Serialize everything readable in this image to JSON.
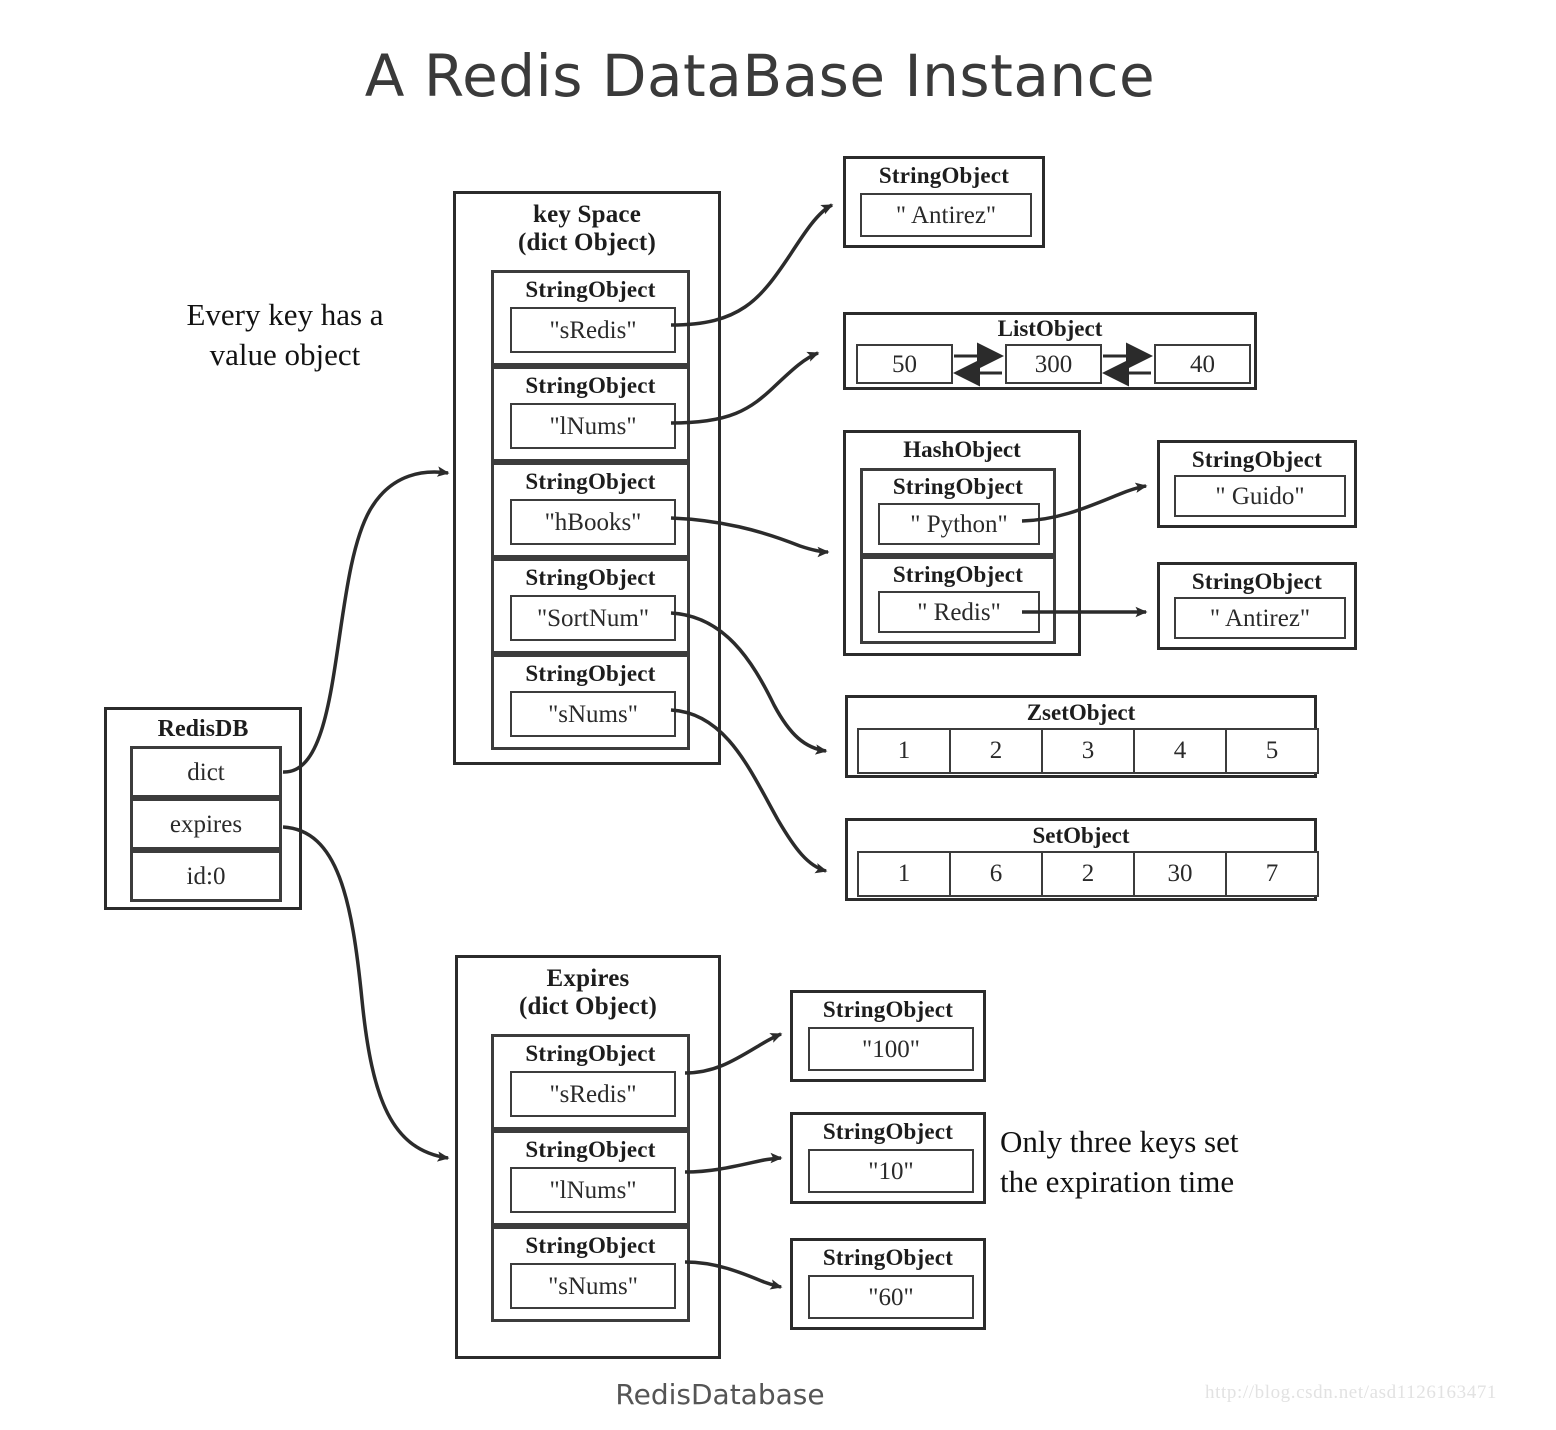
{
  "title": "A Redis DataBase Instance",
  "caption": "RedisDatabase",
  "watermark": "http://blog.csdn.net/asd1126163471",
  "notes": {
    "left": "Every key has a\nvalue object",
    "left_line1": "Every key has a",
    "left_line2": "value object",
    "right_line1": "Only three keys set",
    "right_line2": "the expiration time"
  },
  "redisdb": {
    "title": "RedisDB",
    "fields": [
      {
        "label": "dict"
      },
      {
        "label": "expires"
      },
      {
        "label": "id:0"
      }
    ]
  },
  "keyspace": {
    "title_line1": "key Space",
    "title_line2": "(dict Object)",
    "entries": [
      {
        "type_label": "StringObject",
        "value": "\"sRedis\""
      },
      {
        "type_label": "StringObject",
        "value": "\"lNums\""
      },
      {
        "type_label": "StringObject",
        "value": "\"hBooks\""
      },
      {
        "type_label": "StringObject",
        "value": "\"SortNum\""
      },
      {
        "type_label": "StringObject",
        "value": "\"sNums\""
      }
    ]
  },
  "expires": {
    "title_line1": "Expires",
    "title_line2": "(dict Object)",
    "entries": [
      {
        "type_label": "StringObject",
        "value": "\"sRedis\""
      },
      {
        "type_label": "StringObject",
        "value": "\"lNums\""
      },
      {
        "type_label": "StringObject",
        "value": "\"sNums\""
      }
    ],
    "values": [
      {
        "type_label": "StringObject",
        "value": "\"100\""
      },
      {
        "type_label": "StringObject",
        "value": "\"10\""
      },
      {
        "type_label": "StringObject",
        "value": "\"60\""
      }
    ]
  },
  "values": {
    "string_antirez": {
      "type_label": "StringObject",
      "value": "\" Antirez\""
    },
    "list": {
      "type_label": "ListObject",
      "nodes": [
        "50",
        "300",
        "40"
      ]
    },
    "hash": {
      "type_label": "HashObject",
      "entries": [
        {
          "type_label": "StringObject",
          "value": "\" Python\""
        },
        {
          "type_label": "StringObject",
          "value": "\" Redis\""
        }
      ],
      "targets": [
        {
          "type_label": "StringObject",
          "value": "\" Guido\""
        },
        {
          "type_label": "StringObject",
          "value": "\" Antirez\""
        }
      ]
    },
    "zset": {
      "type_label": "ZsetObject",
      "members": [
        "1",
        "2",
        "3",
        "4",
        "5"
      ]
    },
    "set": {
      "type_label": "SetObject",
      "members": [
        "1",
        "6",
        "2",
        "30",
        "7"
      ]
    }
  },
  "colors": {
    "stroke": "#2b2b2b",
    "background": "#ffffff",
    "title": "#3a3a3a",
    "watermark": "#e2e2e2"
  }
}
